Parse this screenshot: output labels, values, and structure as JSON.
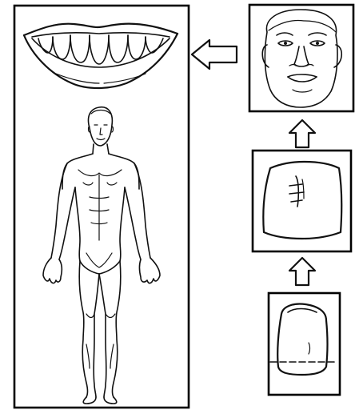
{
  "diagram": {
    "panels": [
      {
        "name": "tooth-panel"
      },
      {
        "name": "palate-panel"
      },
      {
        "name": "face-panel"
      },
      {
        "name": "body-and-smile-panel"
      }
    ],
    "arrows": [
      {
        "name": "arrow-up-tooth-to-palate",
        "direction": "up"
      },
      {
        "name": "arrow-up-palate-to-face",
        "direction": "up"
      },
      {
        "name": "arrow-left-face-to-body",
        "direction": "left"
      }
    ],
    "colors": {
      "ink": "#111111",
      "background": "#ffffff"
    }
  }
}
